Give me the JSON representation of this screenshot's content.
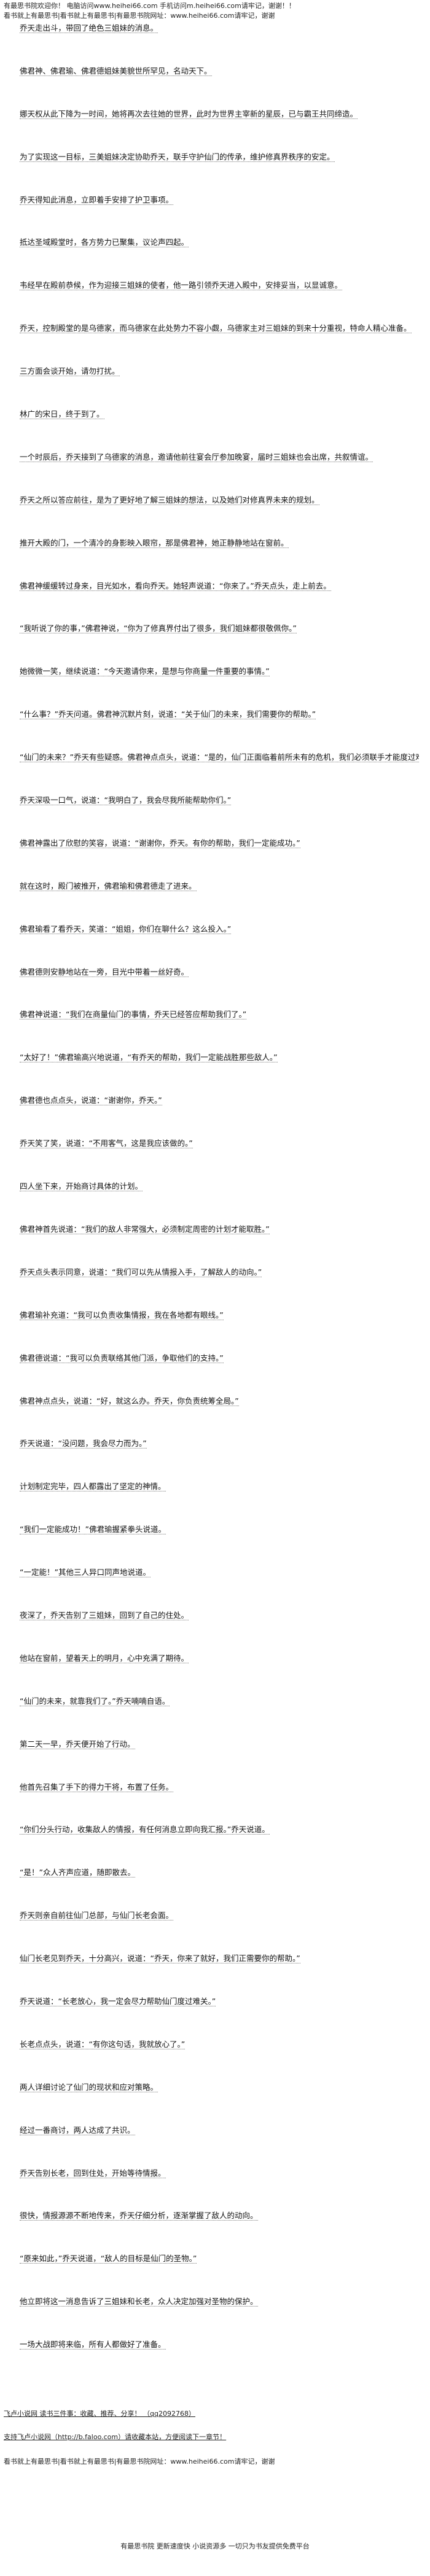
{
  "header": {
    "line1": "有最思书院欢迎你！ 电脑访问www.heihei66.com 手机访问m.heihei66.com请牢记，谢谢！！",
    "line2": "看书就上有最思书|看书就上有最思书|有最思书院网址：www.heihei66.com请牢记，谢谢"
  },
  "paragraphs": [
    "乔天走出斗，带回了绝色三姐妹的消息。",
    "佛君神、佛君瑜、佛君德姐妹美貌世所罕见，名动天下。",
    "娜天权从此下降为一时间，她将再次去往她的世界，此时为世界主宰新的星辰，已与霸王共同缔造。",
    "为了实现这一目标，三美姐妹决定协助乔天，联手守护仙门的传承，维护修真界秩序的安定。",
    "乔天得知此消息，立即着手安排了护卫事项。",
    "抵达圣域殿堂时，各方势力已聚集，议论声四起。",
    "韦经早在殿前恭候，作为迎接三姐妹的使者，他一路引领乔天进入殿中，安排妥当，以显诚意。",
    "乔天，控制殿堂的是乌德家，而乌德家在此处势力不容小觑，乌德家主对三姐妹的到来十分重视，特命人精心准备。",
    "三方面会谈开始，请勿打扰。",
    "林广的宋日，终于到了。",
    "一个时辰后，乔天接到了乌德家的消息，邀请他前往宴会厅参加晚宴，届时三姐妹也会出席，共叙情谊。",
    "乔天之所以答应前往，是为了更好地了解三姐妹的想法，以及她们对修真界未来的规划。",
    "推开大殿的门，一个清冷的身影映入眼帘，那是佛君神，她正静静地站在窗前。",
    "佛君神缓缓转过身来，目光如水，看向乔天。她轻声说道：“你来了。”乔天点头，走上前去。",
    "“我听说了你的事，”佛君神说，“你为了修真界付出了很多，我们姐妹都很敬佩你。”",
    "她微微一笑，继续说道：“今天邀请你来，是想与你商量一件重要的事情。”",
    "“什么事？”乔天问道。佛君神沉默片刻，说道：“关于仙门的未来，我们需要你的帮助。”",
    "“仙门的未来？”乔天有些疑惑。佛君神点点头，说道：“是的，仙门正面临着前所未有的危机，我们必须联手才能度过难关。”",
    "乔天深吸一口气，说道：“我明白了，我会尽我所能帮助你们。”",
    "佛君神露出了欣慰的笑容，说道：“谢谢你，乔天。有你的帮助，我们一定能成功。”",
    "就在这时，殿门被推开，佛君瑜和佛君德走了进来。",
    "佛君瑜看了看乔天，笑道：“姐姐，你们在聊什么？这么投入。”",
    "佛君德则安静地站在一旁，目光中带着一丝好奇。",
    "佛君神说道：“我们在商量仙门的事情，乔天已经答应帮助我们了。”",
    "“太好了！”佛君瑜高兴地说道，“有乔天的帮助，我们一定能战胜那些敌人。”",
    "佛君德也点点头，说道：“谢谢你，乔天。”",
    "乔天笑了笑，说道：“不用客气，这是我应该做的。”",
    "四人坐下来，开始商讨具体的计划。",
    "佛君神首先说道：“我们的敌人非常强大，必须制定周密的计划才能取胜。”",
    "乔天点头表示同意，说道：“我们可以先从情报入手，了解敌人的动向。”",
    "佛君瑜补充道：“我可以负责收集情报，我在各地都有眼线。”",
    "佛君德说道：“我可以负责联络其他门派，争取他们的支持。”",
    "佛君神点点头，说道：“好，就这么办。乔天，你负责统筹全局。”",
    "乔天说道：“没问题，我会尽力而为。”",
    "计划制定完毕，四人都露出了坚定的神情。",
    "“我们一定能成功！”佛君瑜握紧拳头说道。",
    "“一定能！”其他三人异口同声地说道。",
    "夜深了，乔天告别了三姐妹，回到了自己的住处。",
    "他站在窗前，望着天上的明月，心中充满了期待。",
    "“仙门的未来，就靠我们了。”乔天喃喃自语。",
    "第二天一早，乔天便开始了行动。",
    "他首先召集了手下的得力干将，布置了任务。",
    "“你们分头行动，收集敌人的情报，有任何消息立即向我汇报。”乔天说道。",
    "“是！”众人齐声应道，随即散去。",
    "乔天则亲自前往仙门总部，与仙门长老会面。",
    "仙门长老见到乔天，十分高兴，说道：“乔天，你来了就好，我们正需要你的帮助。”",
    "乔天说道：“长老放心，我一定会尽力帮助仙门度过难关。”",
    "长老点点头，说道：“有你这句话，我就放心了。”",
    "两人详细讨论了仙门的现状和应对策略。",
    "经过一番商讨，两人达成了共识。",
    "乔天告别长老，回到住处，开始等待情报。",
    "很快，情报源源不断地传来，乔天仔细分析，逐渐掌握了敌人的动向。",
    "“原来如此，”乔天说道，“敌人的目标是仙门的圣物。”",
    "他立即将这一消息告诉了三姐妹和长老，众人决定加强对圣物的保护。",
    "一场大战即将来临，所有人都做好了准备。"
  ],
  "footer": {
    "line1": "飞卢小说网 读书三件事：收藏、推荐、分享！ （qq2092768）",
    "line2": "支持飞卢小说网（http://b.faloo.com）请收藏本站，方便阅读下一章节！",
    "line3": "看书就上有最思书|看书就上有最思书|有最思书院网址：www.heihei66.com请牢记，谢谢",
    "line4": "有最思书院 更新速度快 小说资源多 一切只为书友提供免费平台"
  }
}
